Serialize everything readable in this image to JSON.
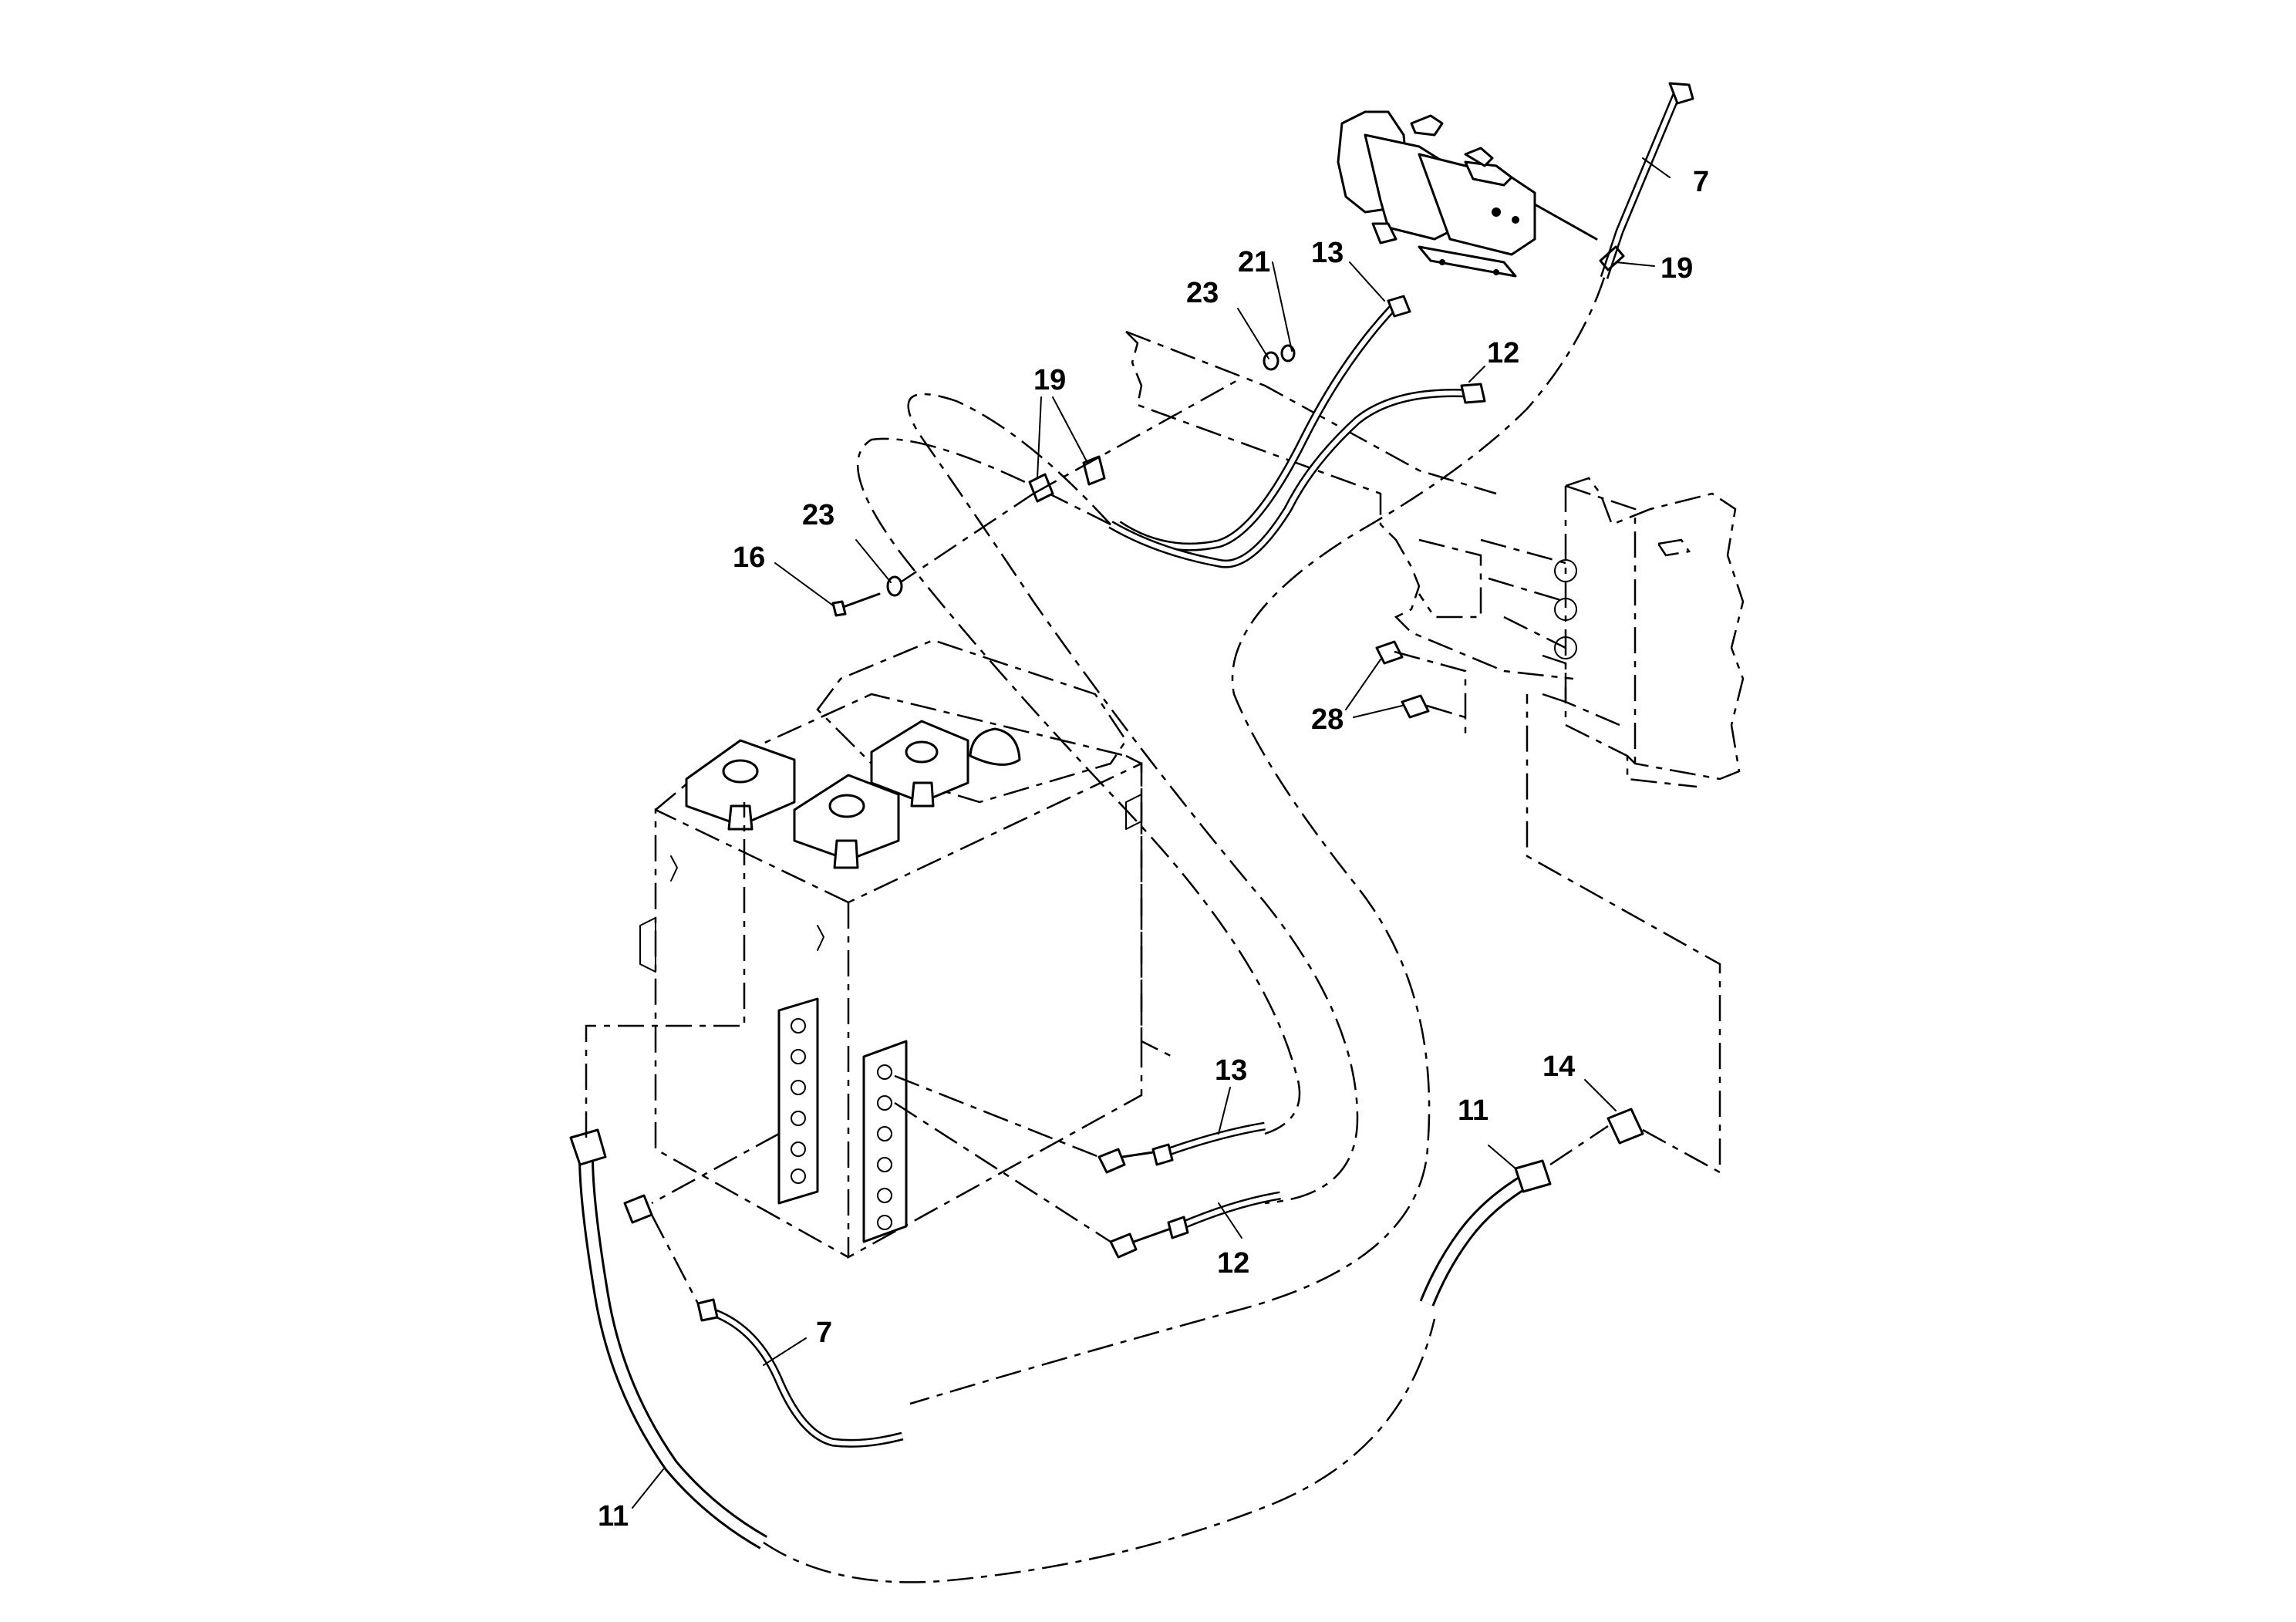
{
  "callouts": [
    {
      "id": "c7a",
      "label": "7"
    },
    {
      "id": "c19a",
      "label": "19"
    },
    {
      "id": "c21",
      "label": "21"
    },
    {
      "id": "c13a",
      "label": "13"
    },
    {
      "id": "c23a",
      "label": "23"
    },
    {
      "id": "c12a",
      "label": "12"
    },
    {
      "id": "c19b",
      "label": "19"
    },
    {
      "id": "c23b",
      "label": "23"
    },
    {
      "id": "c16",
      "label": "16"
    },
    {
      "id": "c28",
      "label": "28"
    },
    {
      "id": "c13b",
      "label": "13"
    },
    {
      "id": "c14",
      "label": "14"
    },
    {
      "id": "c11a",
      "label": "11"
    },
    {
      "id": "c12b",
      "label": "12"
    },
    {
      "id": "c7b",
      "label": "7"
    },
    {
      "id": "c11b",
      "label": "11"
    }
  ]
}
